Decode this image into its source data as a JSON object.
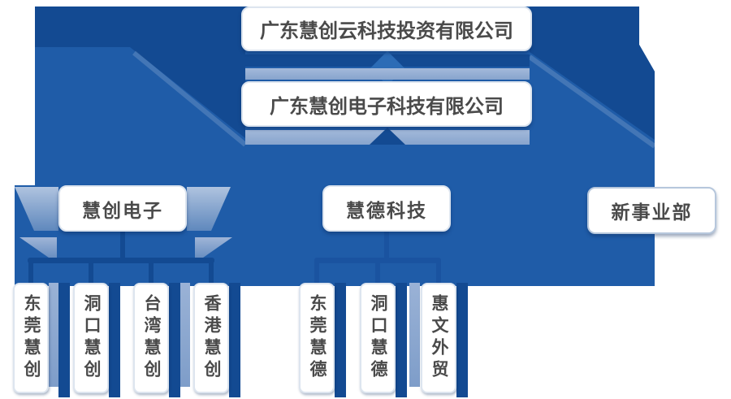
{
  "nodes": {
    "root": {
      "label": "广东慧创云科技投资有限公司"
    },
    "parent": {
      "label": "广东慧创电子科技有限公司"
    },
    "division1": {
      "label": "慧创电子"
    },
    "division2": {
      "label": "慧德科技"
    },
    "division3": {
      "label": "新事业部"
    },
    "sub1": {
      "label": "东莞慧创"
    },
    "sub2": {
      "label": "洞口慧创"
    },
    "sub3": {
      "label": "台湾慧创"
    },
    "sub4": {
      "label": "香港慧创"
    },
    "sub5": {
      "label": "东莞慧德"
    },
    "sub6": {
      "label": "洞口慧德"
    },
    "sub7": {
      "label": "惠文外贸"
    }
  },
  "hierarchy": {
    "root": [
      "parent"
    ],
    "parent": [
      "division1",
      "division2",
      "division3"
    ],
    "division1": [
      "sub1",
      "sub2",
      "sub3",
      "sub4"
    ],
    "division2": [
      "sub5",
      "sub6",
      "sub7"
    ],
    "division3": []
  },
  "colors": {
    "main": "#1F5CA8",
    "dark": "#134A92",
    "medium": "#2C6CB6",
    "light": "#9AB2D6",
    "light2": "#7E9DC9",
    "text": "#4A4A4A",
    "border": "#DDE5EF"
  }
}
